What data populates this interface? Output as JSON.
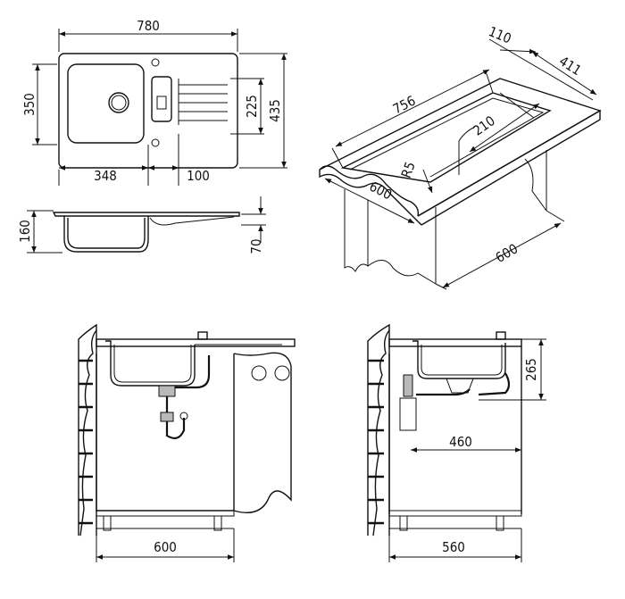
{
  "drawing": {
    "top_view": {
      "overall_width": "780",
      "overall_depth": "350",
      "depth_right": "435",
      "drainer_depth": "225",
      "bowl_width": "348",
      "waste_offset": "100"
    },
    "side_view": {
      "rim_height": "160",
      "bowl_depth": "70"
    },
    "cutout_view": {
      "cutout_width": "756",
      "corner_margin": "110",
      "cutout_depth": "411",
      "bowl_section": "210",
      "corner_radius": "R5",
      "worktop_depth": "600",
      "cabinet_width": "600"
    },
    "front_install": {
      "cabinet_width": "600"
    },
    "side_install": {
      "height": "265",
      "pipe_distance": "460",
      "cabinet_depth": "560"
    }
  }
}
